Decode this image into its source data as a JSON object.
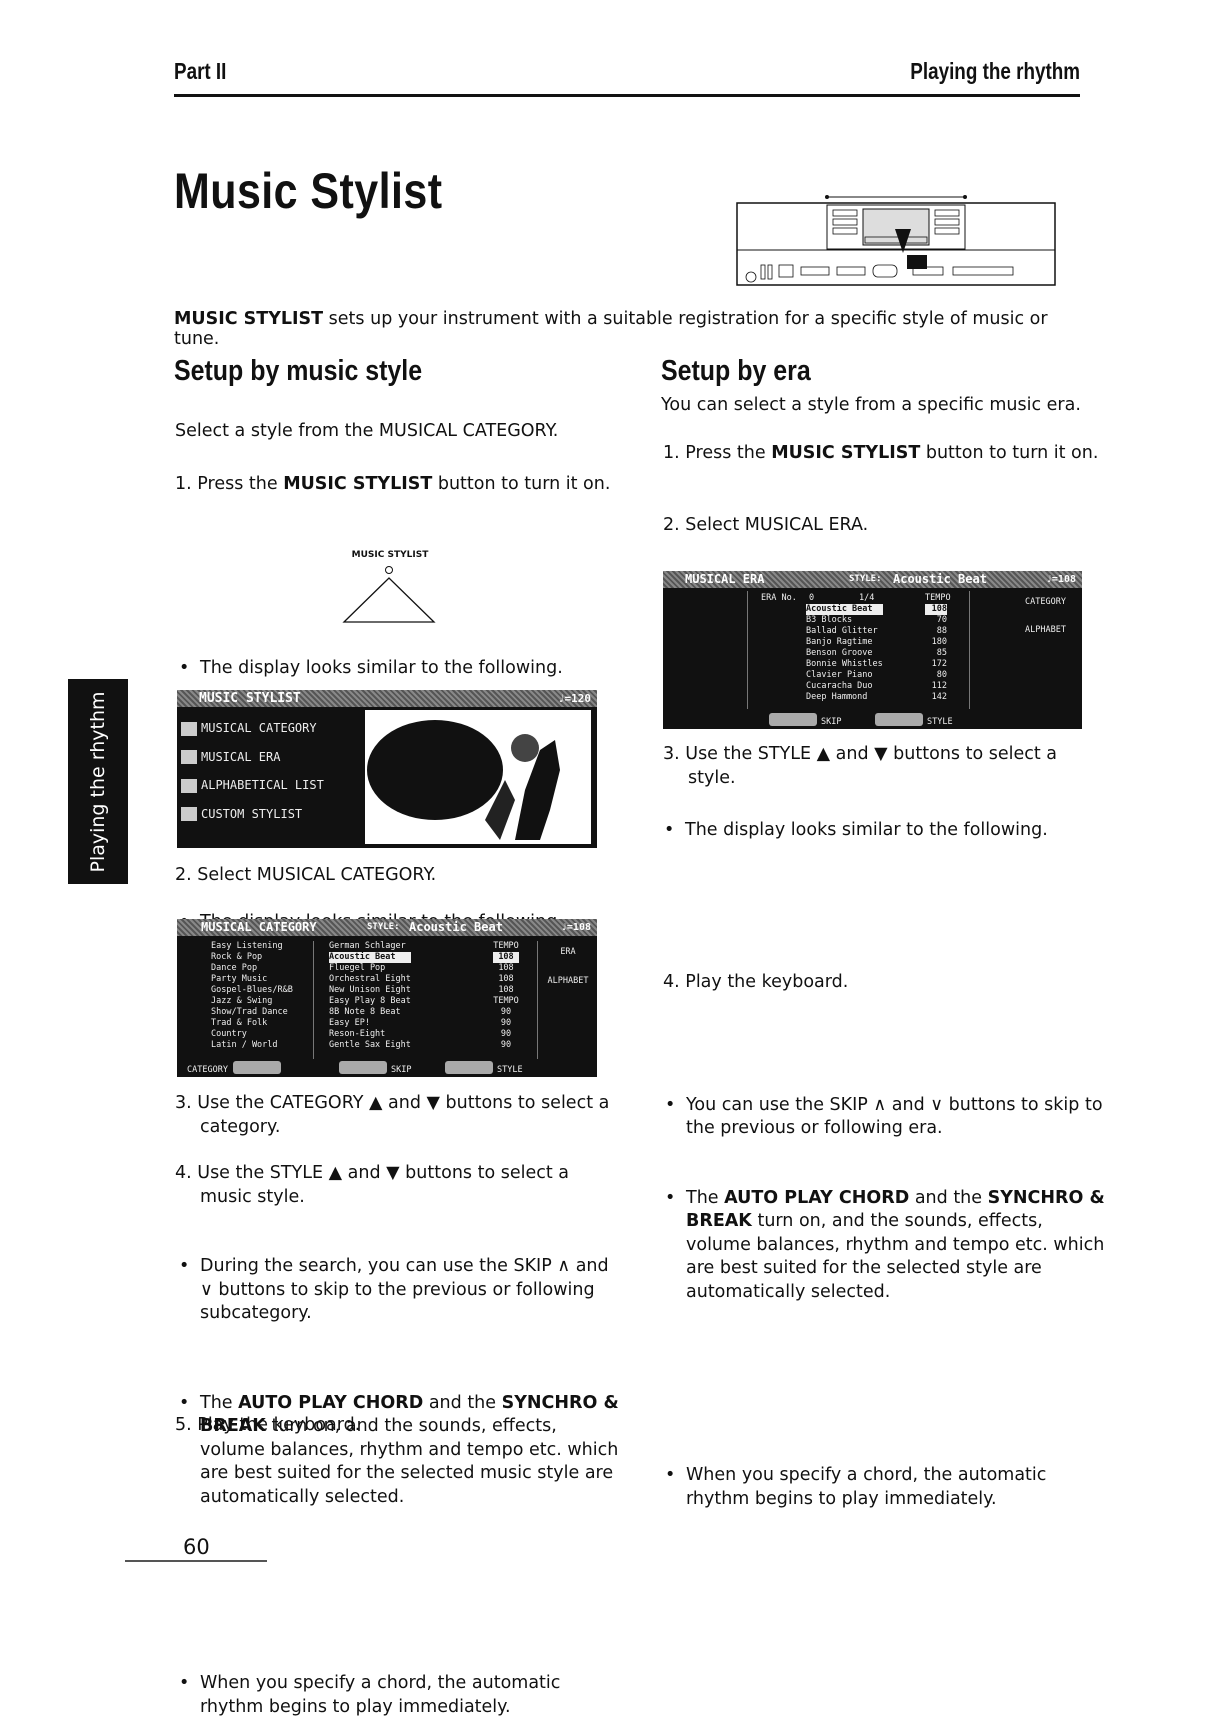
{
  "header": {
    "part": "Part II",
    "section": "Playing the rhythm"
  },
  "title": "Music Stylist",
  "intro": "sets up your instrument with a suitable registration for a specific style of music or tune.",
  "intro_bold": "MUSIC STYLIST",
  "side_tab": "Playing the rhythm",
  "left": {
    "heading": "Setup by music style",
    "lead": "Select a style from the MUSICAL CATEGORY.",
    "step1_pre": "1. Press the",
    "step1_bold": "MUSIC STYLIST",
    "step1_post": "button to turn it on.",
    "button_label": "MUSIC STYLIST",
    "display_note1": "The display looks similar to the following.",
    "lcd1": {
      "title": "MUSIC STYLIST",
      "tempo": "♩=120",
      "items": [
        "MUSICAL CATEGORY",
        "MUSICAL ERA",
        "ALPHABETICAL LIST",
        "CUSTOM STYLIST"
      ]
    },
    "step2": "2. Select MUSICAL CATEGORY.",
    "display_note2": "The display looks similar to the following.",
    "lcd2": {
      "title": "MUSICAL CATEGORY",
      "style_label": "STYLE:",
      "style": "Acoustic Beat",
      "tempo": "♩=108",
      "categories": [
        "Easy Listening",
        "Rock & Pop",
        "Dance Pop",
        "Party Music",
        "Gospel-Blues/R&B",
        "Jazz & Swing",
        "Show/Trad Dance",
        "Trad & Folk",
        "Country",
        "Latin / World"
      ],
      "styles": [
        "German Schlager",
        "Acoustic Beat",
        "Fluegel Pop",
        "Orchestral Eight",
        "New Unison Eight",
        "Easy Play 8 Beat",
        "8B Note 8 Beat",
        "Easy EP!",
        "Reson-Eight",
        "Gentle Sax Eight"
      ],
      "tempos": [
        "TEMPO",
        "108",
        "108",
        "108",
        "108",
        "TEMPO",
        "90",
        "90",
        "90",
        "90"
      ],
      "right": [
        "ERA",
        "ALPHABET"
      ],
      "footer": [
        "CATEGORY",
        "SKIP",
        "STYLE"
      ]
    },
    "step3": "3. Use the CATEGORY ▲ and ▼ buttons to select a category.",
    "step4": "4. Use the STYLE ▲ and ▼ buttons to select a music style.",
    "bullet4a": "During the search, you can use the SKIP ∧ and ∨ buttons to skip to the previous or following subcategory.",
    "bullet4b_pre": "The",
    "bullet4b_bold1": "AUTO PLAY CHORD",
    "bullet4b_mid": "and the",
    "bullet4b_bold2": "SYNCHRO & BREAK",
    "bullet4b_post": "turn on, and the sounds, effects, volume balances, rhythm and tempo etc. which are best suited for the selected music style are automatically selected.",
    "step5": "5. Play the keyboard.",
    "bullet5": "When you specify a chord, the automatic rhythm begins to play immediately."
  },
  "right": {
    "heading": "Setup by era",
    "lead": "You can select a style from a specific music era.",
    "step1_pre": "1. Press the",
    "step1_bold": "MUSIC STYLIST",
    "step1_post": "button to turn it on.",
    "step2": "2. Select MUSICAL ERA.",
    "display_note": "The display looks similar to the following.",
    "lcd3": {
      "title": "MUSICAL ERA",
      "style_label": "STYLE:",
      "style": "Acoustic Beat",
      "tempo": "♩=108",
      "era_label": "ERA No.",
      "era_no": "0",
      "page": "1/4",
      "tempo_label": "TEMPO",
      "styles": [
        "Acoustic Beat",
        "B3 Blocks",
        "Ballad Glitter",
        "Banjo Ragtime",
        "Benson Groove",
        "Bonnie Whistles",
        "Clavier Piano",
        "Cucaracha Duo",
        "Deep Hammond"
      ],
      "tempos": [
        "108",
        "70",
        "88",
        "180",
        "85",
        "172",
        "80",
        "112",
        "142"
      ],
      "right": [
        "CATEGORY",
        "ALPHABET"
      ],
      "footer": [
        "SKIP",
        "STYLE"
      ]
    },
    "step3": "3. Use the STYLE ▲ and ▼ buttons to select a style.",
    "bullet3a": "You can use the SKIP ∧ and ∨ buttons to skip to the previous or following era.",
    "bullet3b_pre": "The",
    "bullet3b_bold1": "AUTO PLAY CHORD",
    "bullet3b_mid": "and the",
    "bullet3b_bold2": "SYNCHRO & BREAK",
    "bullet3b_post": "turn on, and the sounds, effects, volume balances, rhythm and tempo etc. which are best suited for the selected style are automatically selected.",
    "step4": "4. Play the keyboard.",
    "bullet4": "When you specify a chord, the automatic rhythm begins to play immediately."
  },
  "page_number": "60"
}
